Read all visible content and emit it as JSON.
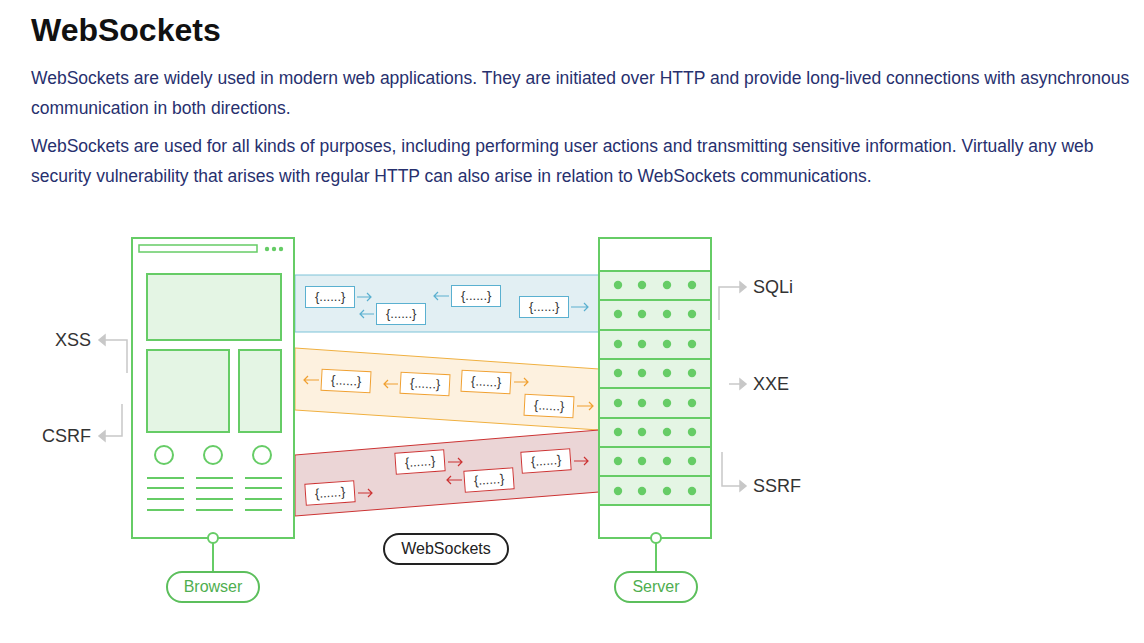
{
  "diagram": {
    "title": "WebSockets",
    "nodes": [
      {
        "text": [
          "{......}"
        ]
      },
      {
        "text": [
          "{......}"
        ]
      },
      {
        "text": [
          "{......}"
        ]
      },
      {
        "text": [
          "{......}"
        ]
      },
      {
        "text": [
          "{......}"
        ]
      },
      {
        "text": [
          "{......}"
        ]
      },
      {
        "text": [
          "{......}"
        ]
      },
      {
        "text": [
          "{......}"
        ]
      },
      {
        "text": [
          "{......}"
        ]
      },
      {
        "text": [
          "{......}"
        ]
      },
      {
        "text": [
          "{......}"
        ]
      },
      {
        "text": [
          "{......}"
        ]
      },
      {
        "text": [
          "WebSockets"
        ]
      },
      {
        "text": [
          "Browser"
        ]
      },
      {
        "text": [
          "Server"
        ]
      }
    ],
    "labels": [
      "WebSockets are widely used in modern web applications. They are initiated over HTTP and provide long-lived connections with asynchronous communication in both directions.",
      "WebSockets are used for all kinds of purposes, including performing user actions and transmitting sensitive information. Virtually any web security vulnerability that arises with regular HTTP can also arise in relation to WebSockets communications.",
      "SQLi",
      "XSS",
      "XXE",
      "CSRF",
      "SSRF"
    ]
  }
}
